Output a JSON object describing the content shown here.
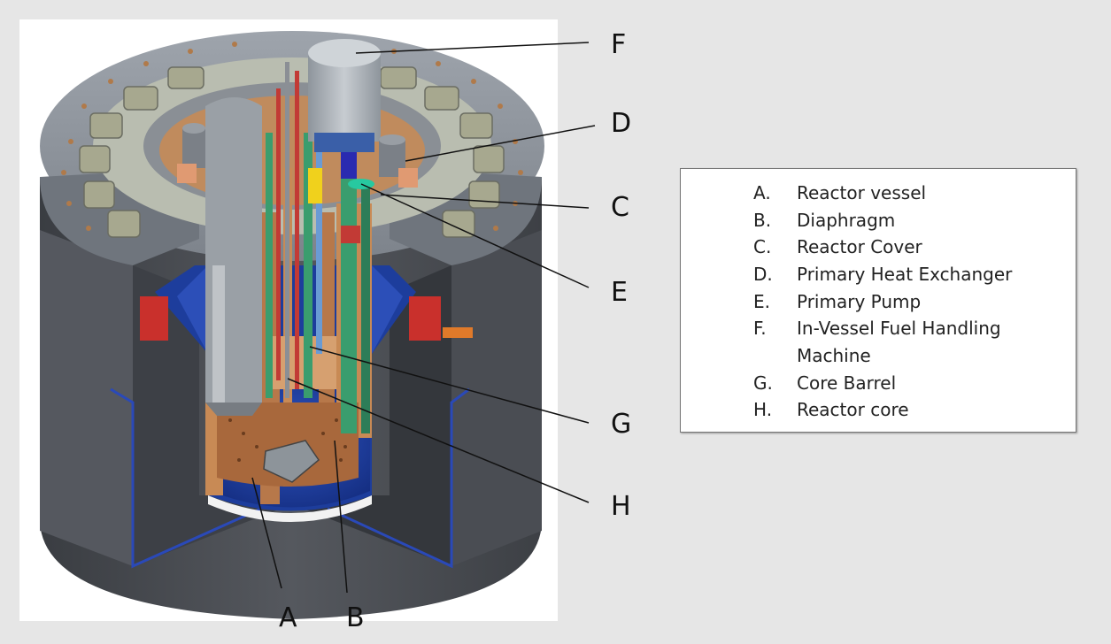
{
  "diagram": {
    "callouts": [
      {
        "id": "F",
        "label": "F"
      },
      {
        "id": "D",
        "label": "D"
      },
      {
        "id": "C",
        "label": "C"
      },
      {
        "id": "E",
        "label": "E"
      },
      {
        "id": "G",
        "label": "G"
      },
      {
        "id": "H",
        "label": "H"
      },
      {
        "id": "A",
        "label": "A"
      },
      {
        "id": "B",
        "label": "B"
      }
    ]
  },
  "legend": {
    "items": [
      {
        "key": "A.",
        "text": "Reactor vessel"
      },
      {
        "key": "B.",
        "text": "Diaphragm"
      },
      {
        "key": "C.",
        "text": "Reactor Cover"
      },
      {
        "key": "D.",
        "text": "Primary Heat Exchanger"
      },
      {
        "key": "E.",
        "text": "Primary Pump"
      },
      {
        "key": "F.",
        "text": "In-Vessel Fuel Handling",
        "continuation": "Machine"
      },
      {
        "key": "G.",
        "text": "Core Barrel"
      },
      {
        "key": "H.",
        "text": "Reactor core"
      }
    ]
  },
  "colors": {
    "page_background": "#e6e6e6",
    "shielding": "#4a4d53",
    "vessel_blue": "#1d3d9c",
    "internals_copper": "#c88a55",
    "green_pipes": "#3a9d6e",
    "legend_border": "#777777"
  }
}
